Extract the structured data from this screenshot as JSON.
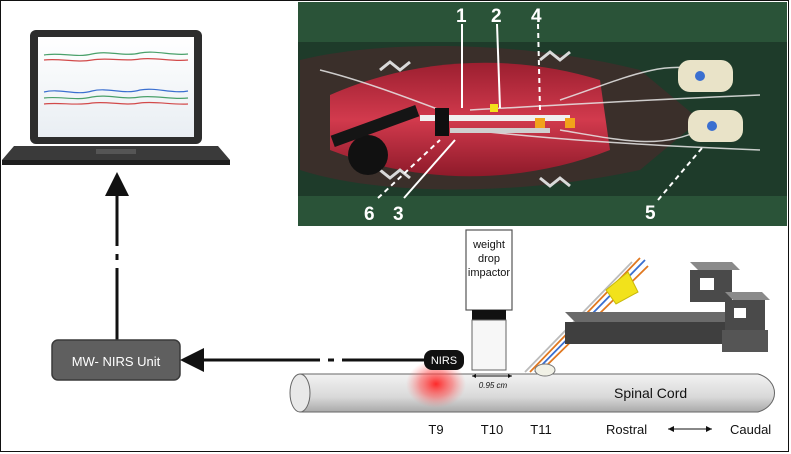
{
  "photo": {
    "callouts": [
      "1",
      "2",
      "4",
      "6",
      "3",
      "5"
    ]
  },
  "devices": {
    "nirs_unit_label": "MW- NIRS Unit",
    "nirs_probe_label": "NIRS",
    "impactor_label_lines": [
      "weight",
      "drop",
      "impactor"
    ]
  },
  "spine": {
    "label": "Spinal Cord",
    "distance_label": "0.95 cm",
    "vertebrae": [
      "T9",
      "T10",
      "T11"
    ],
    "direction_left": "Rostral",
    "direction_right": "Caudal"
  },
  "colors": {
    "tissue_red": "#b8203a",
    "drape_green": "#2d5a3c",
    "nirs_glow": "#ff2a2a",
    "fiber_yellow": "#f2e21b",
    "fiber_orange": "#e07820",
    "fiber_blue": "#3a6fd0"
  }
}
